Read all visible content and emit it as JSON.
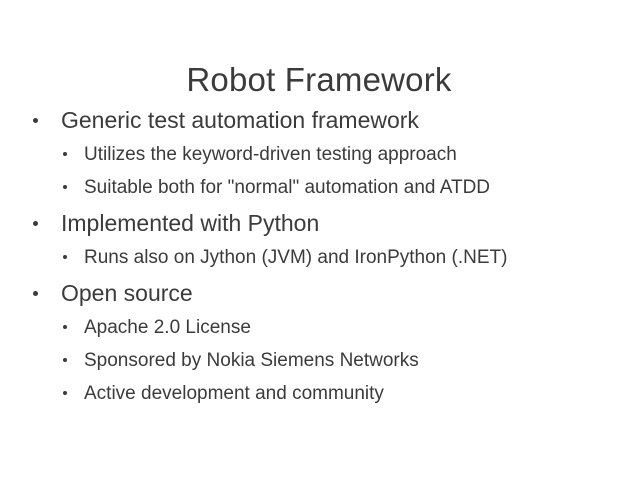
{
  "slide": {
    "title": "Robot Framework",
    "background_color": "#ffffff",
    "text_color": "#3b3b3b",
    "bullets": [
      {
        "level": 1,
        "text": "Generic test automation framework"
      },
      {
        "level": 2,
        "text": "Utilizes the keyword-driven testing approach"
      },
      {
        "level": 2,
        "text": "Suitable both for \"normal\" automation and ATDD"
      },
      {
        "level": 1,
        "text": "Implemented with Python"
      },
      {
        "level": 2,
        "text": "Runs also on Jython (JVM) and IronPython (.NET)"
      },
      {
        "level": 1,
        "text": "Open source"
      },
      {
        "level": 2,
        "text": "Apache 2.0 License"
      },
      {
        "level": 2,
        "text": "Sponsored by Nokia Siemens Networks"
      },
      {
        "level": 2,
        "text": "Active development and community"
      }
    ]
  }
}
